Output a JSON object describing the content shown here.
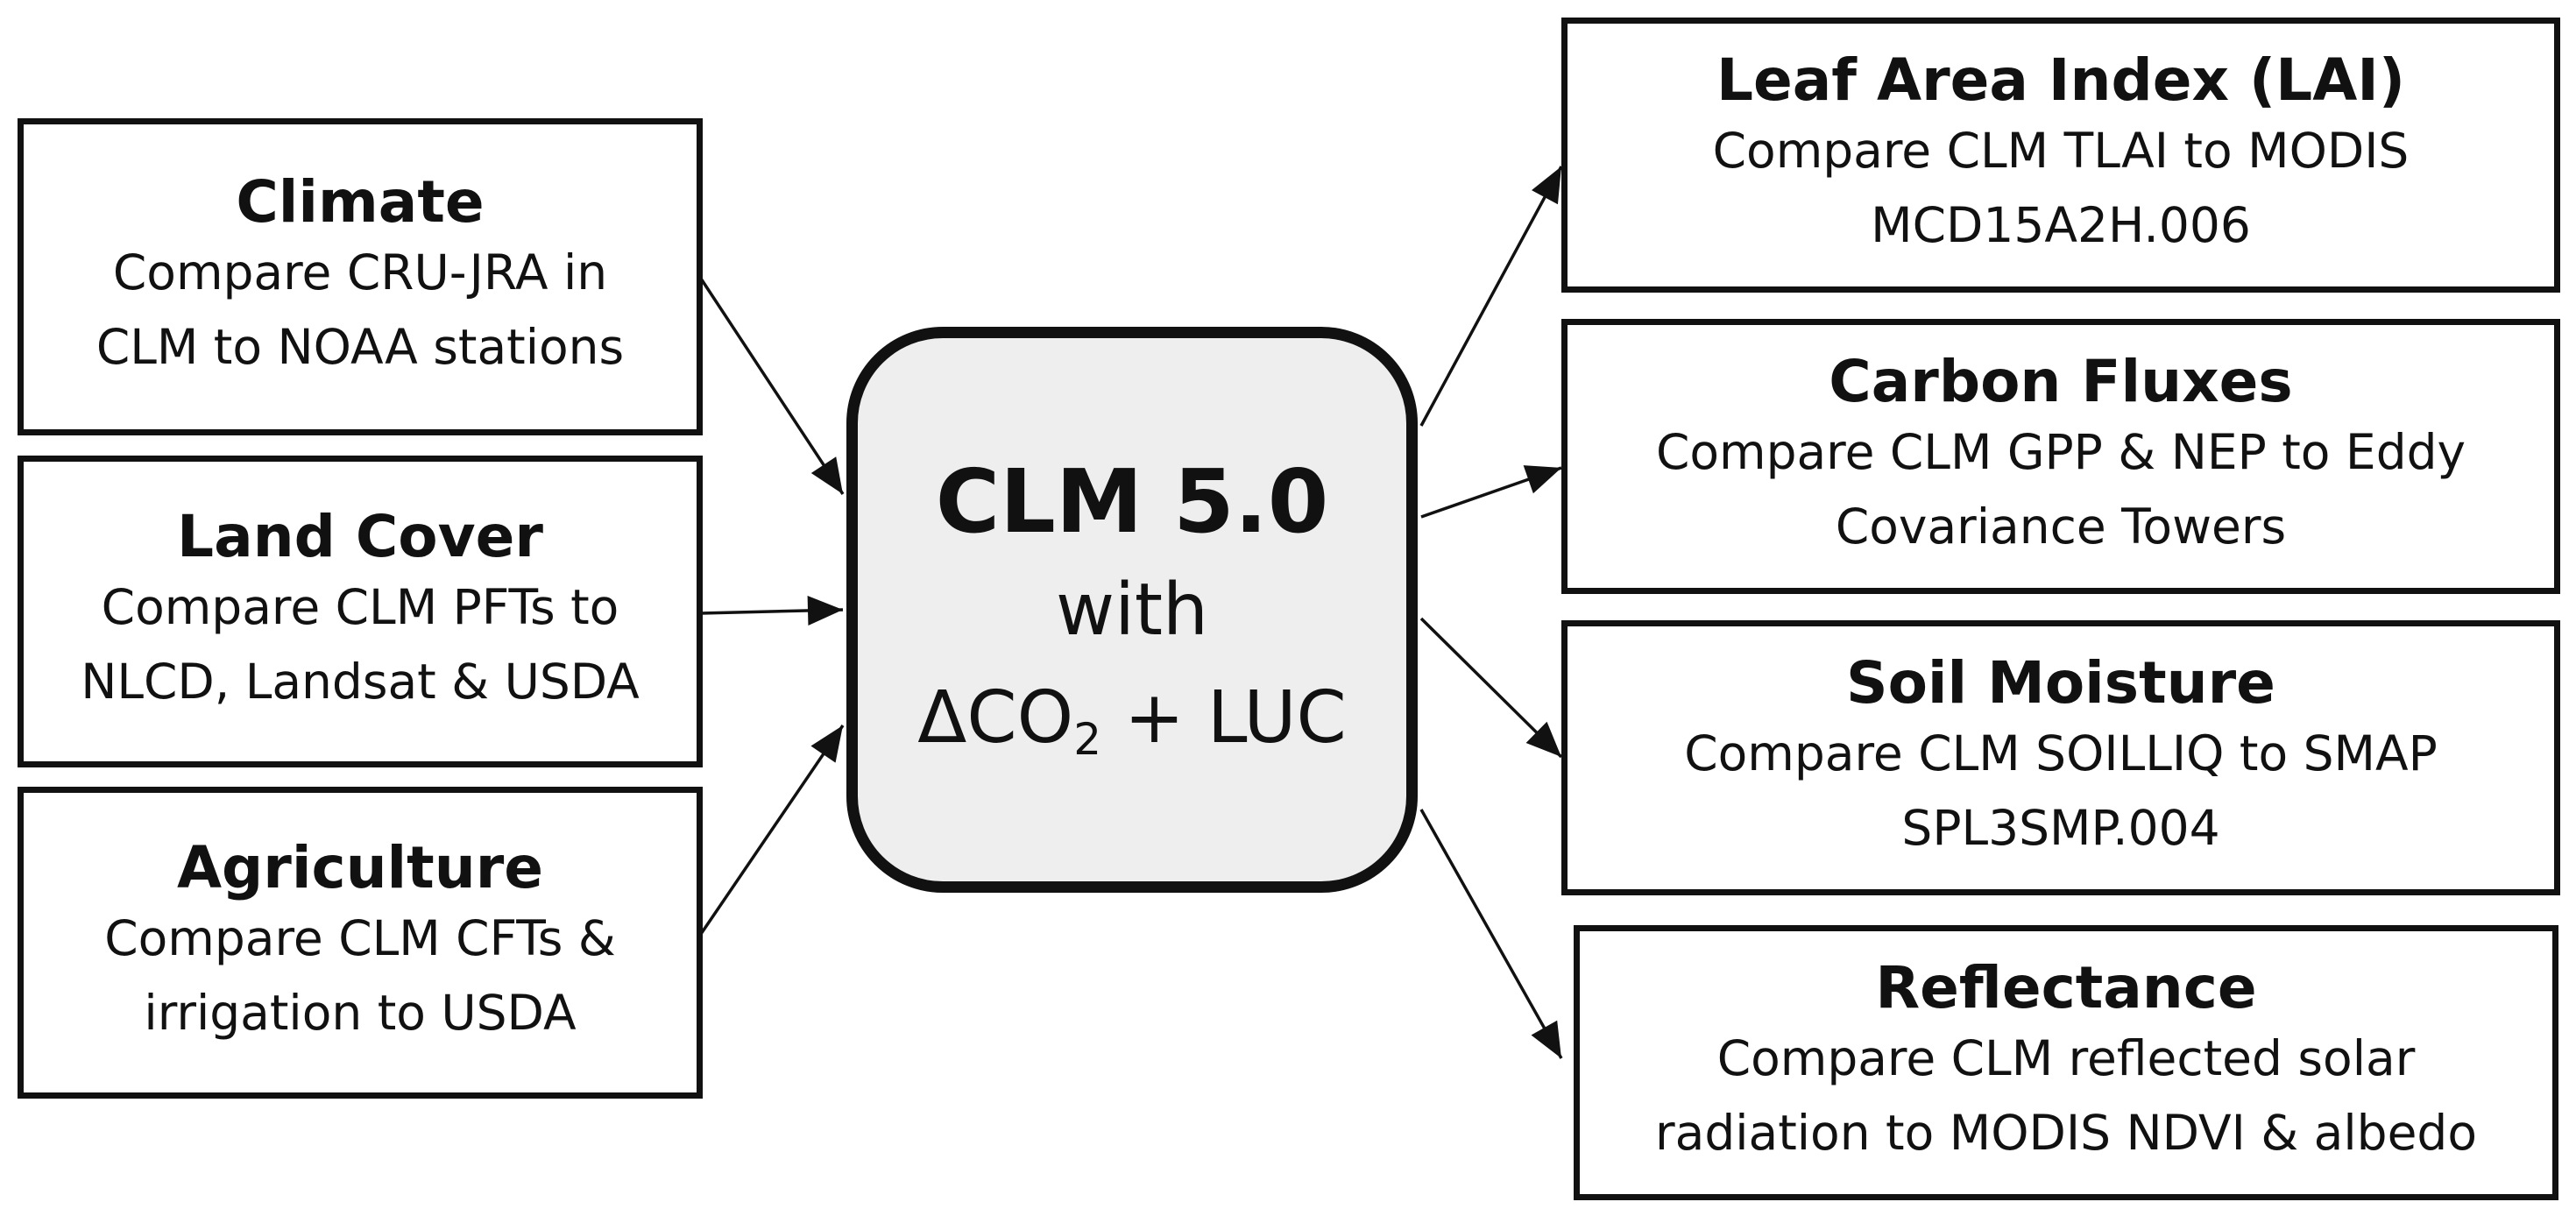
{
  "center": {
    "title": "CLM 5.0",
    "line2": "with",
    "delta": "ΔCO",
    "subscript": "2",
    "suffix": " + LUC"
  },
  "inputs": [
    {
      "title": "Climate",
      "desc_line1": "Compare CRU-JRA in",
      "desc_line2": "CLM to NOAA stations"
    },
    {
      "title": "Land Cover",
      "desc_line1": "Compare CLM PFTs to",
      "desc_line2": "NLCD, Landsat & USDA"
    },
    {
      "title": "Agriculture",
      "desc_line1": "Compare CLM CFTs &",
      "desc_line2": "irrigation to USDA"
    }
  ],
  "outputs": [
    {
      "title": "Leaf Area Index (LAI)",
      "desc_line1": "Compare CLM TLAI to MODIS",
      "desc_line2": "MCD15A2H.006"
    },
    {
      "title": "Carbon Fluxes",
      "desc_line1": "Compare CLM GPP & NEP to Eddy",
      "desc_line2": "Covariance Towers"
    },
    {
      "title": "Soil Moisture",
      "desc_line1": "Compare CLM SOILLIQ to SMAP",
      "desc_line2": "SPL3SMP.004"
    },
    {
      "title": "Reflectance",
      "desc_line1": "Compare CLM reflected solar",
      "desc_line2": "radiation to MODIS NDVI & albedo"
    }
  ],
  "colors": {
    "stroke": "#111111",
    "center_fill": "#eeeeee",
    "background": "#ffffff"
  }
}
